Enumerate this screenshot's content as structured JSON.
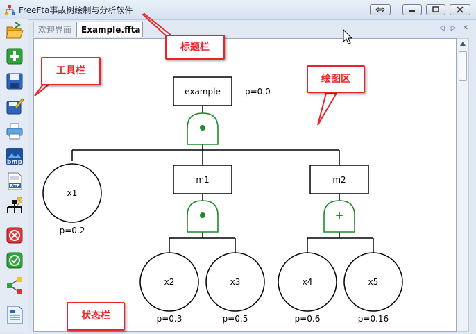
{
  "window": {
    "title": "FreeFta事故树绘制与分析软件"
  },
  "tabs": [
    {
      "label": "欢迎界面",
      "active": false
    },
    {
      "label": "Example.ffta",
      "active": true
    }
  ],
  "tab_nav": "◁ ▷ ✕",
  "toolbar": {
    "buttons": [
      {
        "name": "open",
        "icon": "folder-open-icon"
      },
      {
        "name": "add",
        "icon": "plus-icon"
      },
      {
        "name": "save",
        "icon": "floppy-disk-icon"
      },
      {
        "name": "edit",
        "icon": "edit-document-icon"
      },
      {
        "name": "print",
        "icon": "printer-icon"
      },
      {
        "name": "export-bmp",
        "icon": "bmp-icon",
        "label": "bmp"
      },
      {
        "name": "export-rtf",
        "icon": "rtf-document-icon",
        "label": "RTF"
      },
      {
        "name": "tree",
        "icon": "tree-structure-icon"
      },
      {
        "name": "delete",
        "icon": "delete-icon"
      },
      {
        "name": "check",
        "icon": "check-icon"
      },
      {
        "name": "share",
        "icon": "share-icon"
      },
      {
        "name": "report",
        "icon": "report-icon"
      }
    ]
  },
  "callouts": {
    "title_bar": "标题栏",
    "toolbar": "工具栏",
    "drawing_area": "绘图区",
    "status_bar": "状态栏"
  },
  "fault_tree": {
    "top_event": {
      "label": "example",
      "prob": "p=0.0"
    },
    "top_gate": {
      "type": "AND",
      "symbol": "•"
    },
    "intermediate": [
      {
        "label": "m1",
        "gate": "AND",
        "symbol": "•"
      },
      {
        "label": "m2",
        "gate": "OR",
        "symbol": "+"
      }
    ],
    "basic_events": [
      {
        "label": "x1",
        "prob": "p=0.2"
      },
      {
        "label": "x2",
        "prob": "p=0.3"
      },
      {
        "label": "x3",
        "prob": "p=0.5"
      },
      {
        "label": "x4",
        "prob": "p=0.6"
      },
      {
        "label": "x5",
        "prob": "p=0.16"
      }
    ]
  },
  "colors": {
    "gate": "#1e8a2a",
    "callout": "#e8262a",
    "line": "#000000"
  }
}
